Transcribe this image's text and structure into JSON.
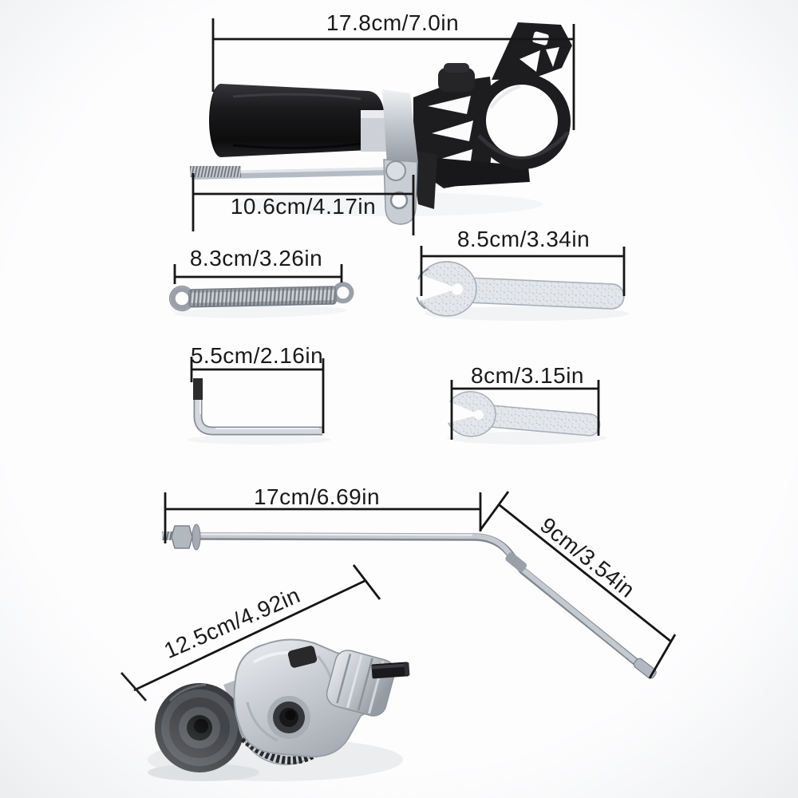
{
  "image": {
    "description": "Product dimension photo: electric drill plate cutter attachment kit parts with measurements",
    "background_color": "#fdfdfe",
    "dimension_line_color": "#161616",
    "label_text_color": "#1a1a1a",
    "metal_color": "#c9cdd3",
    "black_plastic_color": "#1d1d20",
    "wheel_color": "#3b3d40"
  },
  "parts": [
    {
      "part": "auxiliary handle assembly",
      "label": "17.8cm/7.0in"
    },
    {
      "part": "handle clamp threaded rod",
      "label": "10.6cm/4.17in"
    },
    {
      "part": "tension spring",
      "label": "8.3cm/3.26in"
    },
    {
      "part": "open-end wrench large",
      "label": "8.5cm/3.34in"
    },
    {
      "part": "L-shaped hex key",
      "label": "5.5cm/2.16in"
    },
    {
      "part": "open-end wrench small",
      "label": "8cm/3.15in"
    },
    {
      "part": "support rod straight section",
      "label": "17cm/6.69in"
    },
    {
      "part": "support rod bent section",
      "label": "9cm/3.54in"
    },
    {
      "part": "plate cutter head",
      "label": "12.5cm/4.92in"
    }
  ]
}
